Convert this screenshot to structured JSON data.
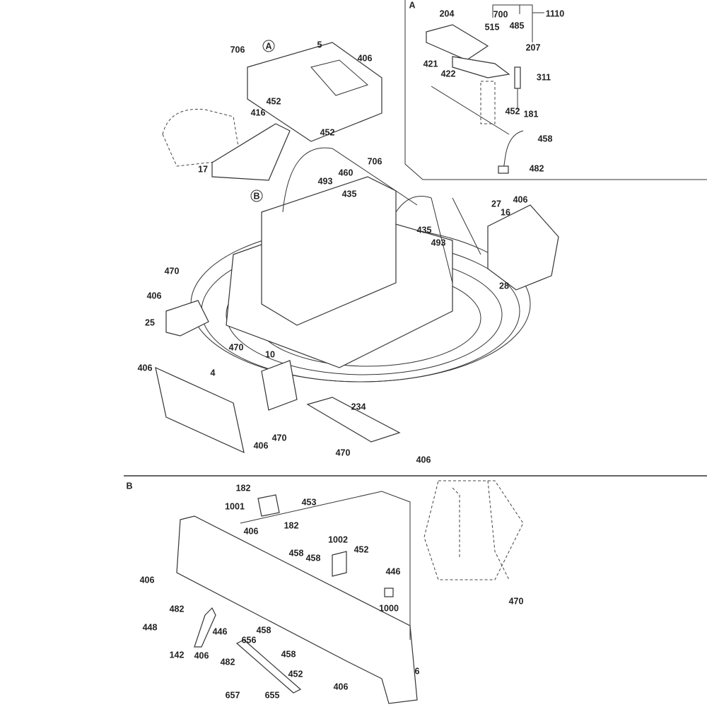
{
  "diagram": {
    "main_labels": [
      "706",
      "A",
      "5",
      "406",
      "452",
      "416",
      "452",
      "17",
      "706",
      "460",
      "493",
      "435",
      "B",
      "27",
      "406",
      "16",
      "435",
      "493",
      "470",
      "406",
      "28",
      "25",
      "470",
      "10",
      "406",
      "4",
      "234",
      "406",
      "470",
      "470",
      "406"
    ],
    "inset_a": {
      "title": "A",
      "labels": [
        "204",
        "700",
        "1110",
        "515",
        "485",
        "207",
        "421",
        "422",
        "311",
        "452",
        "181",
        "458",
        "482"
      ]
    },
    "section_b": {
      "title": "B",
      "labels": [
        "182",
        "1001",
        "453",
        "182",
        "406",
        "1002",
        "452",
        "458",
        "458",
        "446",
        "406",
        "1000",
        "470",
        "482",
        "448",
        "446",
        "458",
        "656",
        "142",
        "406",
        "458",
        "482",
        "452",
        "657",
        "655",
        "406",
        "6"
      ]
    },
    "colors": {
      "line": "#333333",
      "background": "#ffffff"
    }
  }
}
